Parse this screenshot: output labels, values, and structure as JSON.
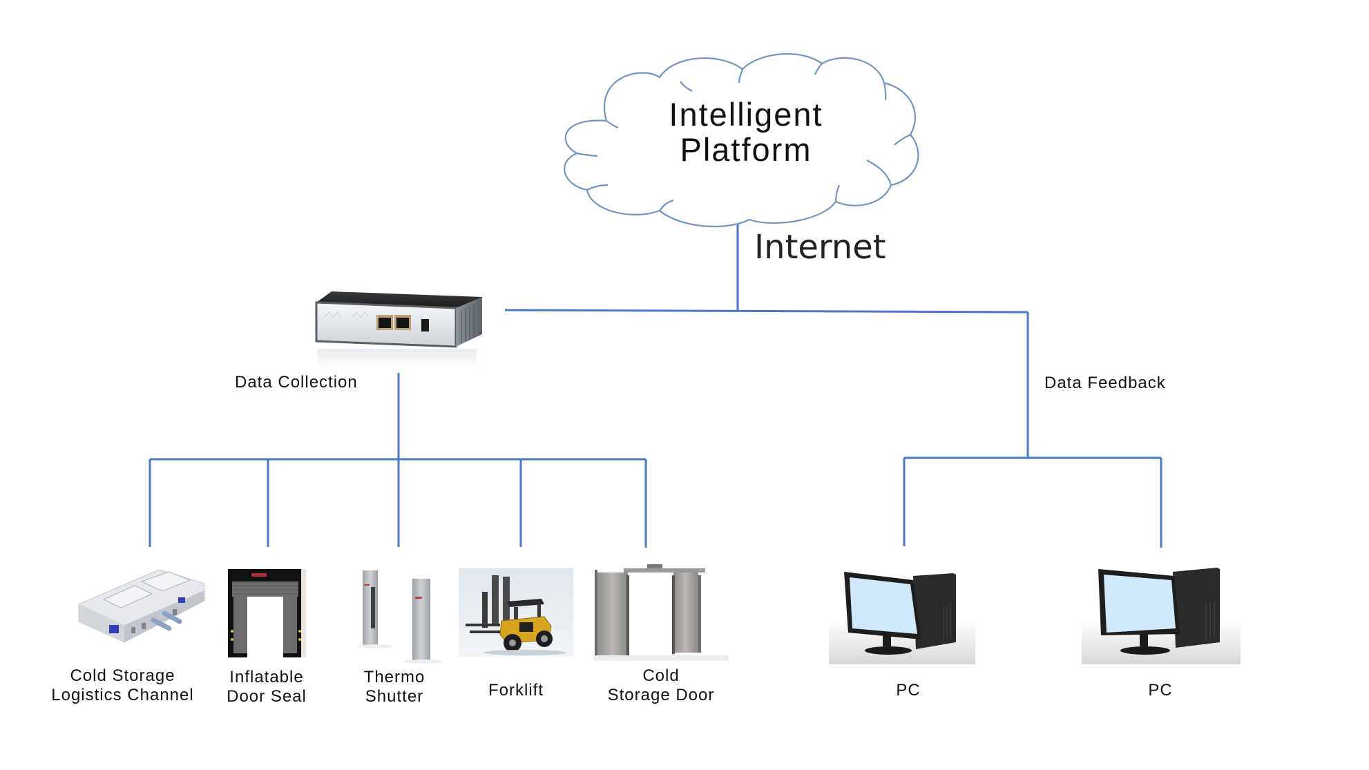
{
  "diagram": {
    "cloud": {
      "title_line1": "Intelligent",
      "title_line2": "Platform"
    },
    "link_label": "Internet",
    "collector": {
      "label": "Data Collection",
      "icon": "router-icon"
    },
    "feedback": {
      "label": "Data Feedback"
    },
    "devices": [
      {
        "line1": "Cold Storage",
        "line2": "Logistics Channel",
        "icon": "cold-storage-building-icon"
      },
      {
        "line1": "Inflatable",
        "line2": "Door Seal",
        "icon": "door-seal-icon"
      },
      {
        "line1": "Thermo",
        "line2": "Shutter",
        "icon": "thermo-shutter-icon"
      },
      {
        "line1": "Forklift",
        "line2": "",
        "icon": "forklift-icon"
      },
      {
        "line1": "Cold",
        "line2": "Storage Door",
        "icon": "cold-storage-door-icon"
      }
    ],
    "clients": [
      {
        "label": "PC",
        "icon": "pc-icon"
      },
      {
        "label": "PC",
        "icon": "pc-icon"
      }
    ],
    "colors": {
      "wire": "#4a78c8",
      "cloud_stroke": "#6f95bf",
      "text": "#111111"
    }
  }
}
